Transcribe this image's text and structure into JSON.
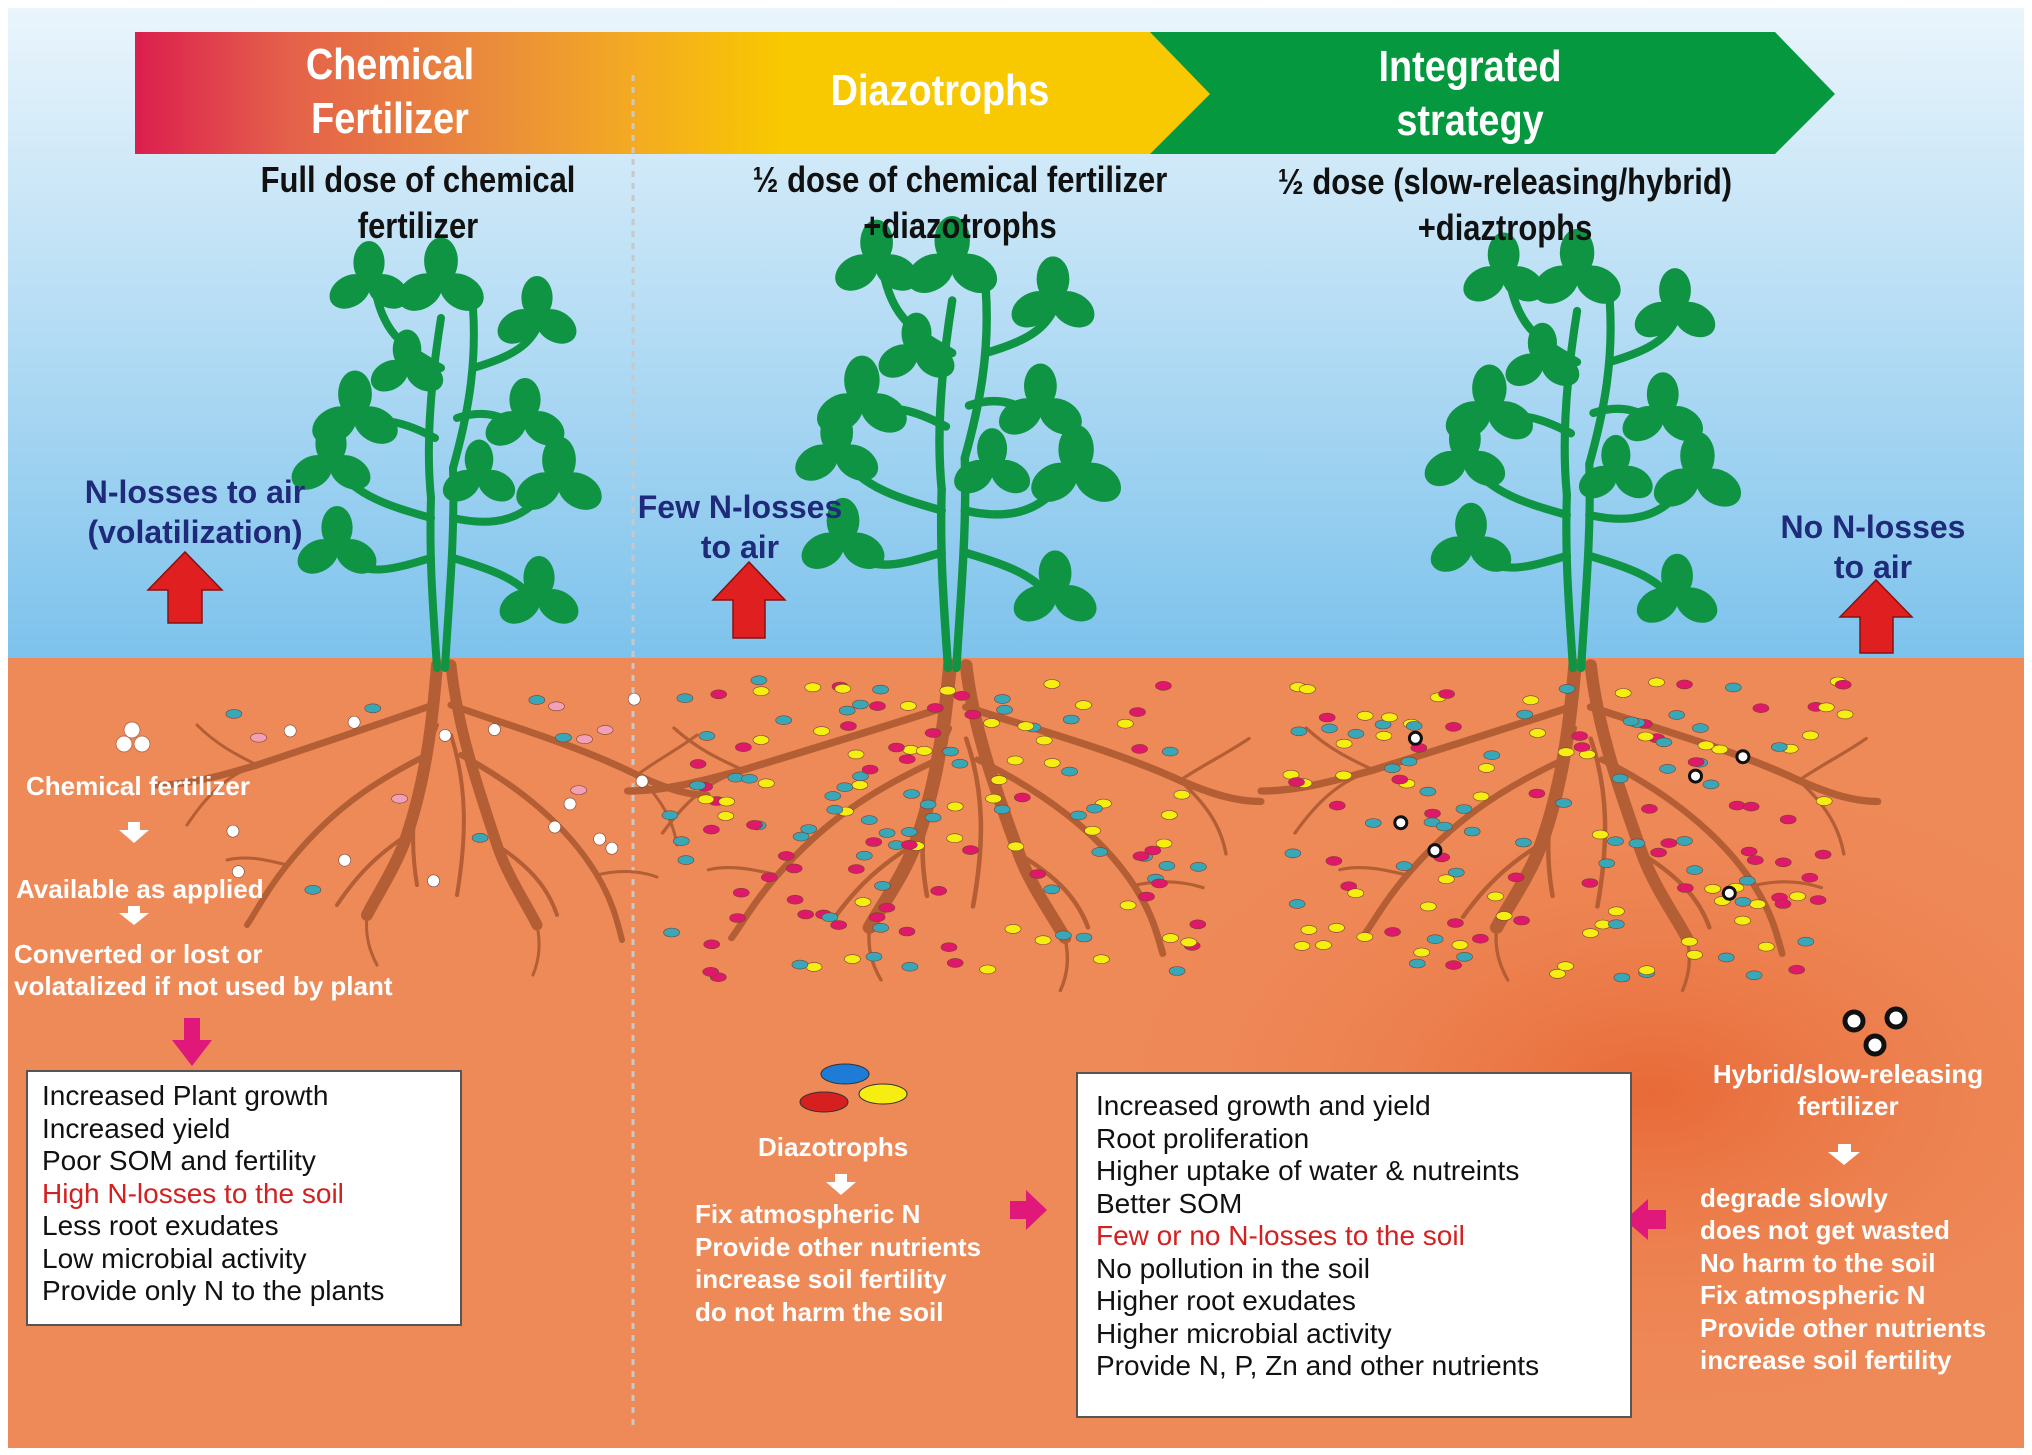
{
  "colors": {
    "sky_top": "#eaf5fc",
    "sky_bottom": "#7cc2ec",
    "soil": "#ee8a58",
    "soil_dark": "#e87040",
    "leaf": "#0f9444",
    "root": "#b35e34",
    "arrow_up": "#e02020",
    "arrow_pink": "#e0187a",
    "text_air": "#1f2a7a",
    "highlight": "#d32020",
    "dot_cyan": "#38a8b8",
    "dot_pink": "#e0186a",
    "dot_yellow": "#f5ee10"
  },
  "headers": [
    {
      "label": "Chemical\nFertilizer"
    },
    {
      "label": "Diazotrophs"
    },
    {
      "label": "Integrated\nstrategy"
    }
  ],
  "subtitles": [
    {
      "text": "Full dose of chemical\nfertilizer"
    },
    {
      "text": "½ dose of chemical fertilizer\n+diazotrophs"
    },
    {
      "text": "½ dose (slow-releasing/hybrid)\n+diaztrophs"
    }
  ],
  "air_labels": [
    {
      "text": "N-losses to air\n(volatilization)"
    },
    {
      "text": "Few N-losses\nto air"
    },
    {
      "text": "No N-losses\nto air"
    }
  ],
  "chemical": {
    "label": "Chemical fertilizer",
    "step1": "Available as applied",
    "step2": "Converted or lost or\nvolatalized if not used by plant",
    "box": [
      {
        "text": "Increased Plant growth"
      },
      {
        "text": "Increased yield"
      },
      {
        "text": "Poor SOM and fertility"
      },
      {
        "text": "High N-losses to the soil",
        "highlight": true
      },
      {
        "text": "Less root exudates"
      },
      {
        "text": "Low microbial activity"
      },
      {
        "text": "Provide only N to the plants"
      }
    ]
  },
  "diazotrophs": {
    "label": "Diazotrophs",
    "lines": [
      "Fix atmospheric N",
      "Provide other nutrients",
      "increase soil fertility",
      "do not harm the soil"
    ]
  },
  "integrated": {
    "box": [
      {
        "text": "Increased growth and yield"
      },
      {
        "text": "Root proliferation"
      },
      {
        "text": "Higher uptake of water & nutreints"
      },
      {
        "text": "Better SOM"
      },
      {
        "text": "Few or no N-losses to the soil",
        "highlight": true
      },
      {
        "text": "No pollution in the soil"
      },
      {
        "text": "Higher root exudates"
      },
      {
        "text": "Higher microbial activity"
      },
      {
        "text": "Provide N, P, Zn and other nutrients"
      }
    ]
  },
  "hybrid": {
    "label": "Hybrid/slow-releasing\nfertilizer",
    "lines": [
      "degrade slowly",
      "does not get wasted",
      "No harm to the soil",
      "Fix atmospheric N",
      "Provide other nutrients",
      "increase soil fertility"
    ]
  }
}
